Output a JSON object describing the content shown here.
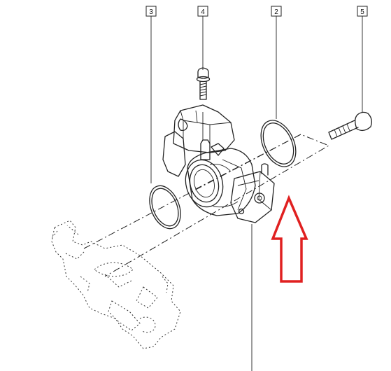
{
  "diagram": {
    "callouts": [
      {
        "id": "callout-3",
        "label": "3"
      },
      {
        "id": "callout-4",
        "label": "4"
      },
      {
        "id": "callout-2",
        "label": "2"
      },
      {
        "id": "callout-5",
        "label": "5"
      }
    ],
    "parts": [
      {
        "id": "seal-ring-3",
        "callout": "3"
      },
      {
        "id": "bolt-4",
        "callout": "4"
      },
      {
        "id": "seal-ring-2",
        "callout": "2"
      },
      {
        "id": "long-bolt-5",
        "callout": "5"
      },
      {
        "id": "throttle-body",
        "callout": ""
      },
      {
        "id": "intake-manifold",
        "callout": ""
      }
    ],
    "arrow": {
      "color": "#e02020",
      "direction": "up"
    }
  }
}
